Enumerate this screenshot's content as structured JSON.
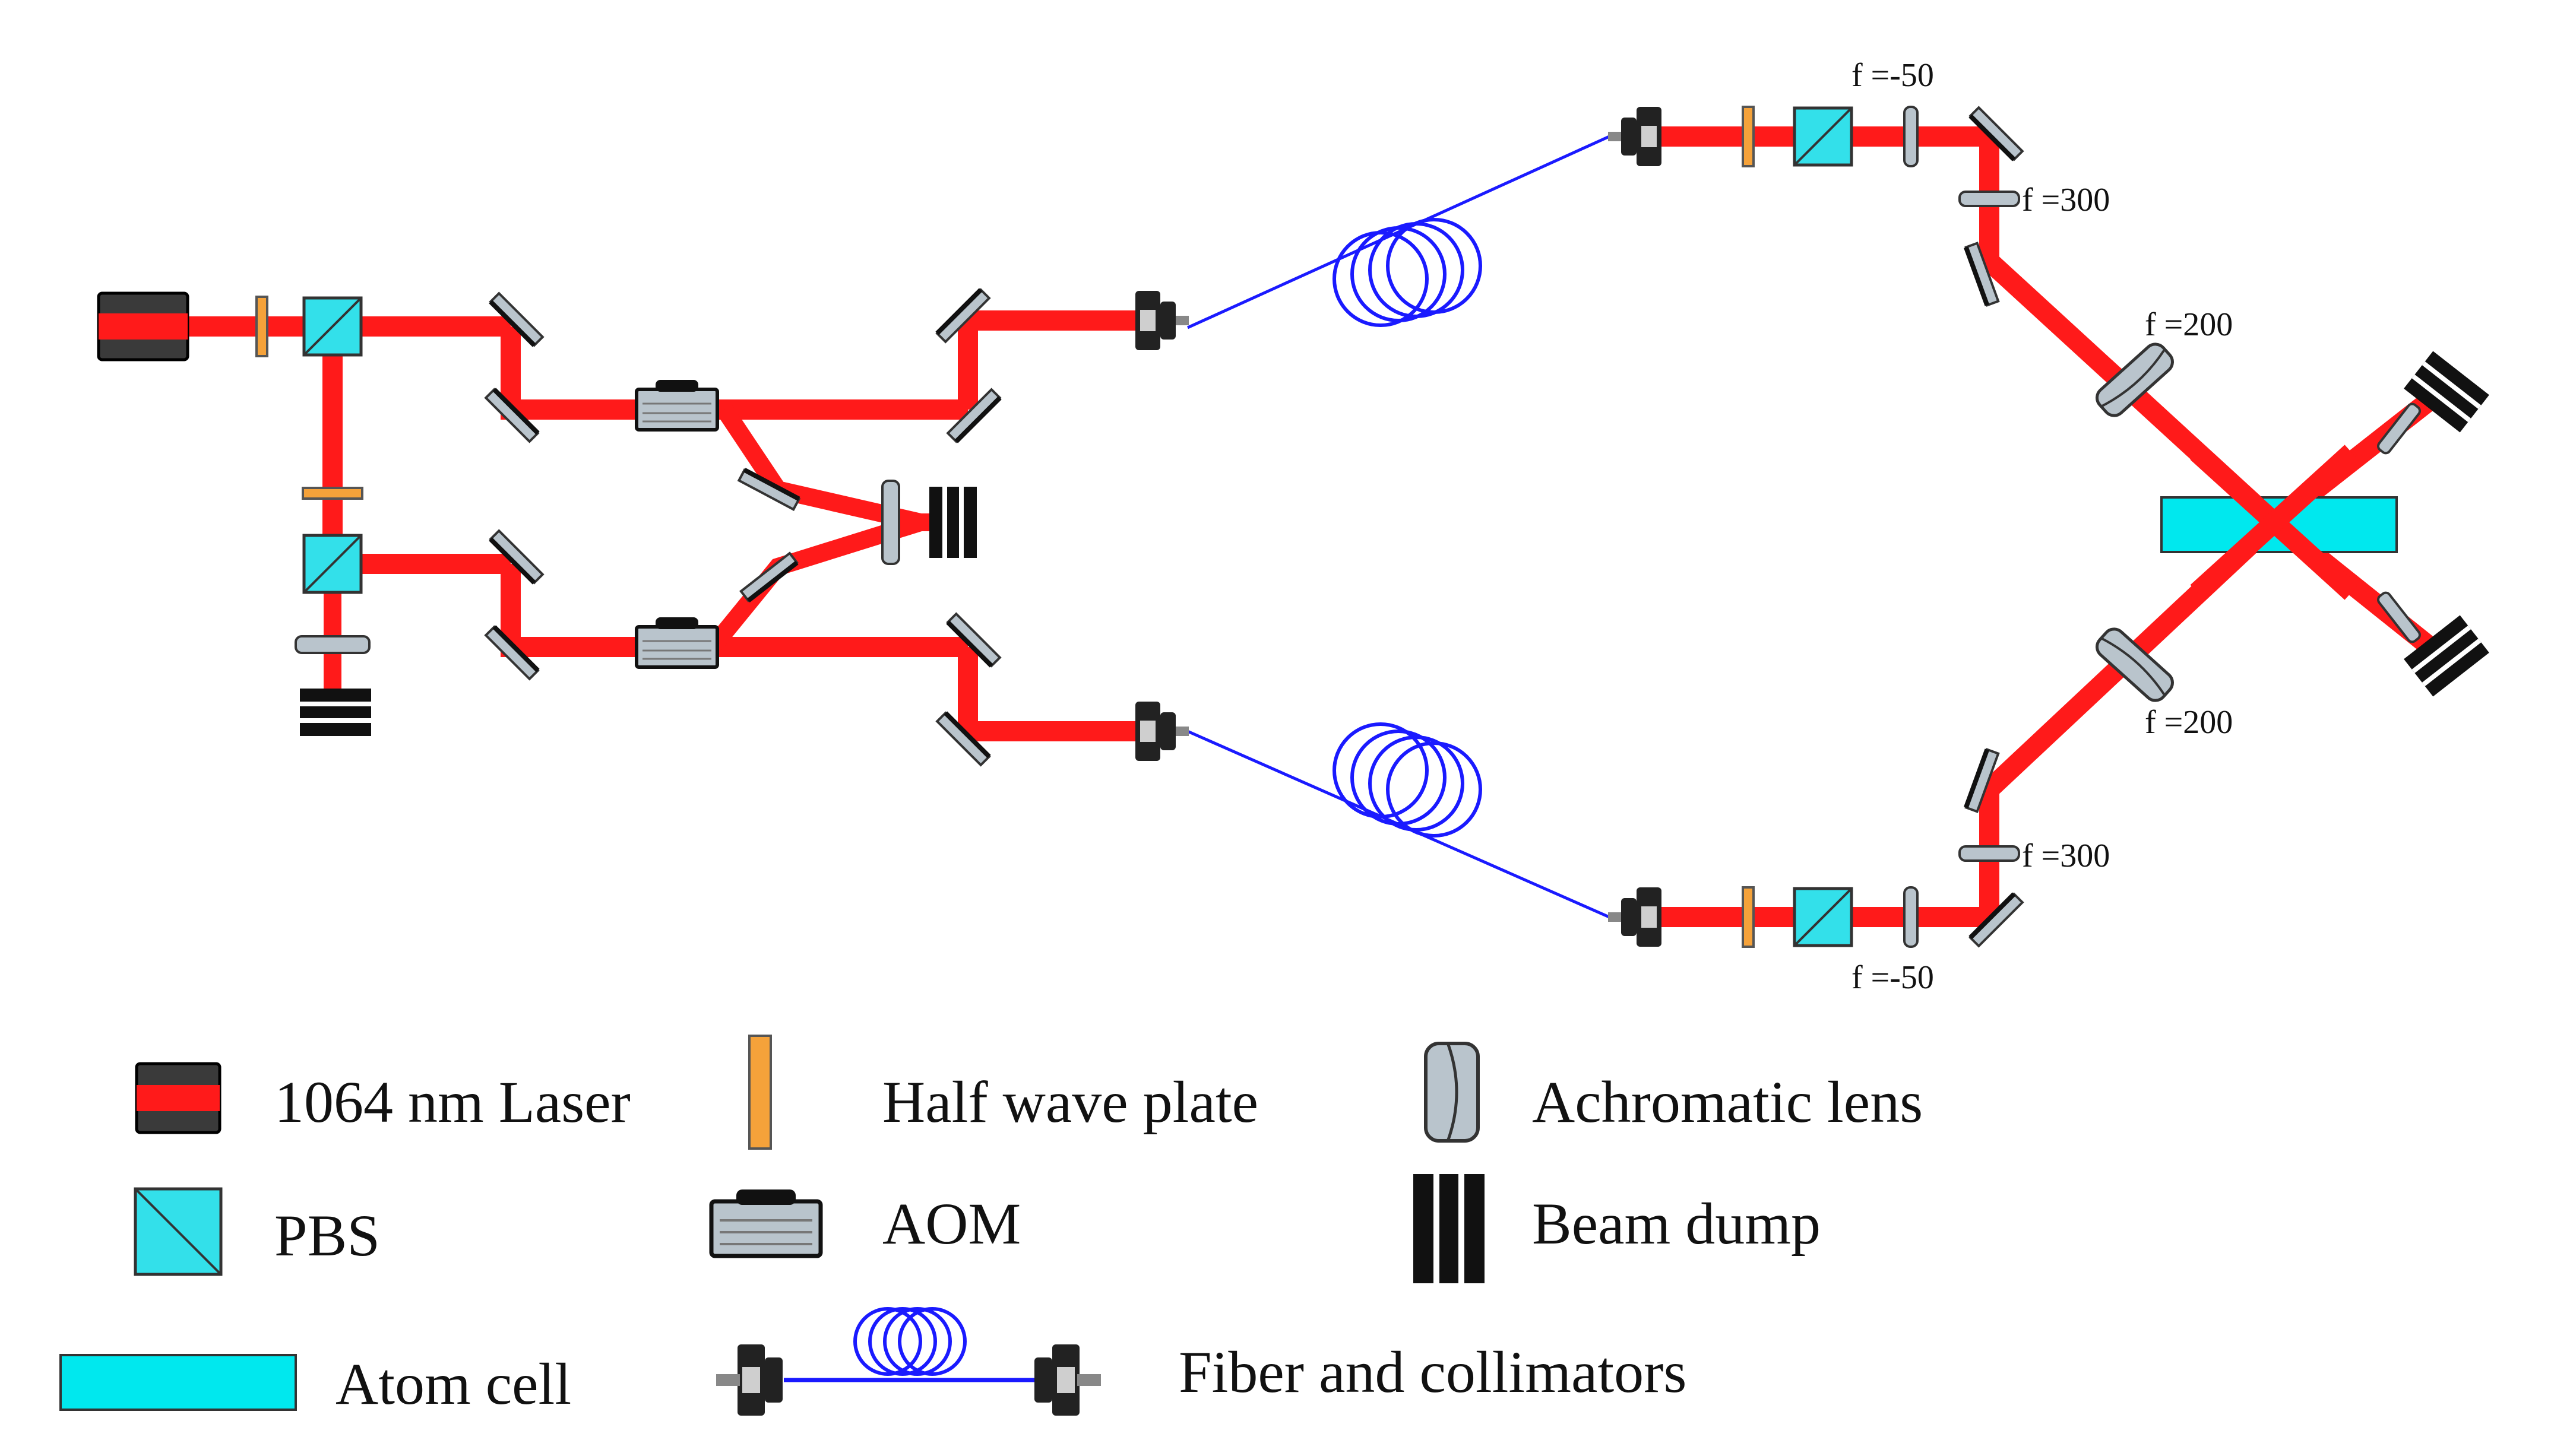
{
  "colors": {
    "beam": "#ff1a1a",
    "fiber": "#1a1aff",
    "atom_cell": "#00e8ee",
    "pbs": "#33e0ea",
    "half_wave_plate": "#f5a23a",
    "laser_body": "#3a3a3a",
    "optic_gray": "#b9c4cc",
    "dark": "#111111"
  },
  "lens_labels": {
    "top_neg": "f =-50",
    "top_300": "f =300",
    "top_200": "f =200",
    "bottom_200": "f =200",
    "bottom_300": "f =300",
    "bottom_neg": "f =-50"
  },
  "legend": {
    "laser": "1064 nm Laser",
    "pbs": "PBS",
    "atom_cell": "Atom cell",
    "half_wave_plate": "Half wave plate",
    "aom": "AOM",
    "fiber": "Fiber and collimators",
    "achromatic_lens": "Achromatic lens",
    "beam_dump": "Beam dump"
  }
}
